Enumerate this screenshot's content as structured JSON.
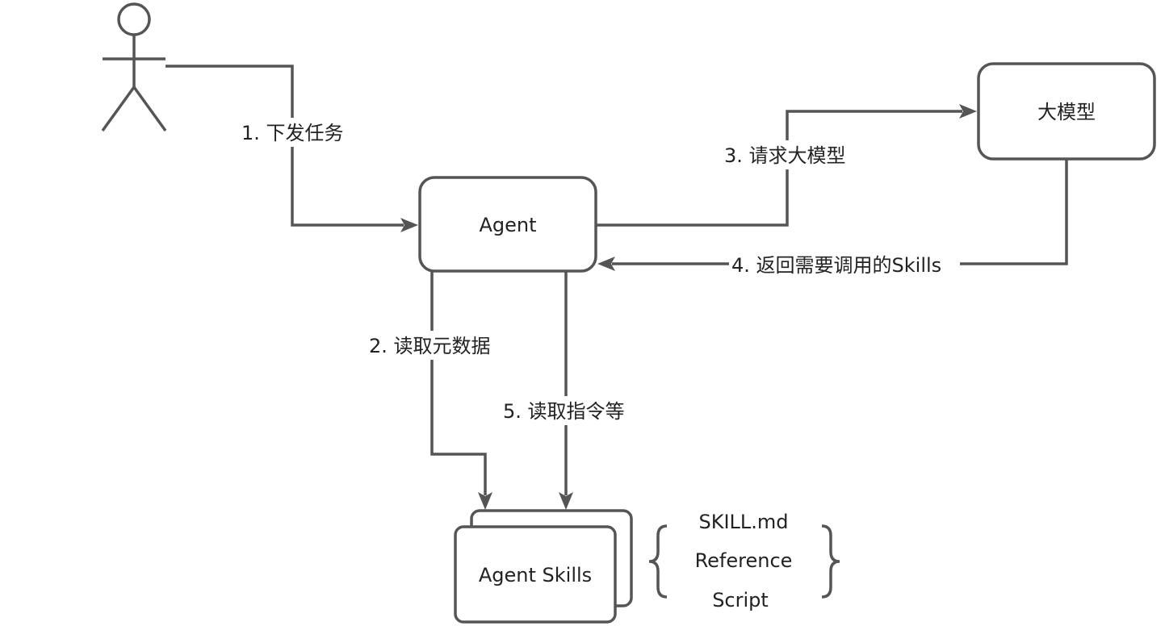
{
  "nodes": {
    "agent": "Agent",
    "llm": "大模型",
    "skills": "Agent Skills"
  },
  "edges": {
    "step1": "1. 下发任务",
    "step2": "2. 读取元数据",
    "step3": "3. 请求大模型",
    "step4": "4. 返回需要调用的Skills",
    "step5": "5. 读取指令等"
  },
  "skill_parts": [
    "SKILL.md",
    "Reference",
    "Script"
  ],
  "colors": {
    "line": "#555555",
    "text": "#222222",
    "background": "#ffffff"
  },
  "icons": {
    "actor": "stick-figure-user-icon",
    "bracket_left": "left-curly-brace",
    "bracket_right": "right-curly-brace"
  }
}
